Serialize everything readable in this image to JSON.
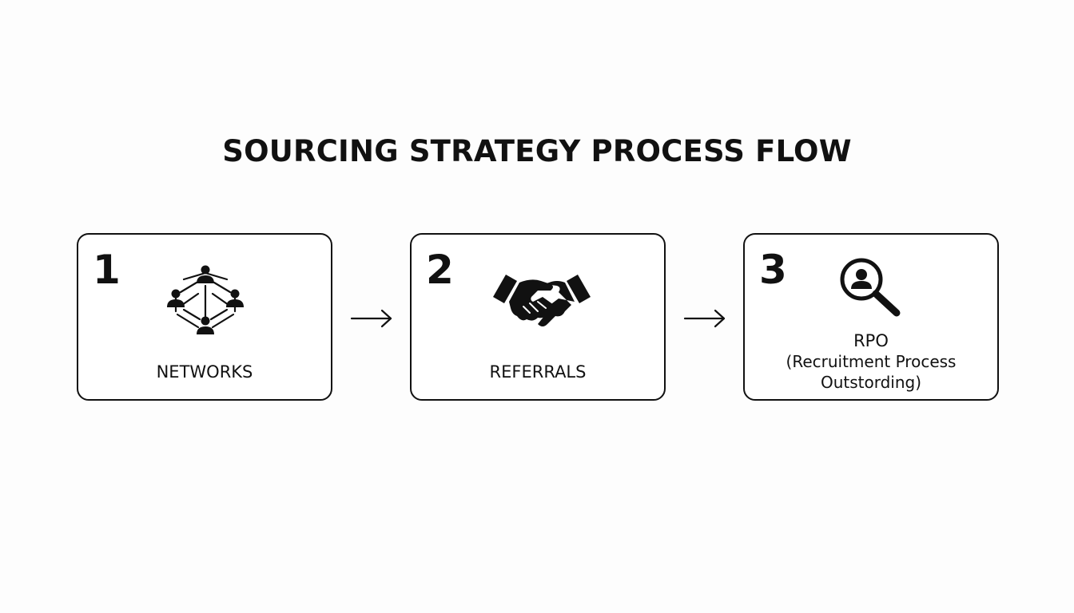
{
  "title": "SOURCING STRATEGY PROCESS FLOW",
  "steps": [
    {
      "number": "1",
      "label": "NETWORKS",
      "icon": "network-people-icon"
    },
    {
      "number": "2",
      "label": "REFERRALS",
      "icon": "handshake-icon"
    },
    {
      "number": "3",
      "label": "RPO",
      "label_line2": "(Recruitment Process",
      "label_line3": "Outstording)",
      "icon": "magnifier-person-icon"
    }
  ],
  "colors": {
    "ink": "#111111",
    "background": "#fdfdfd"
  }
}
